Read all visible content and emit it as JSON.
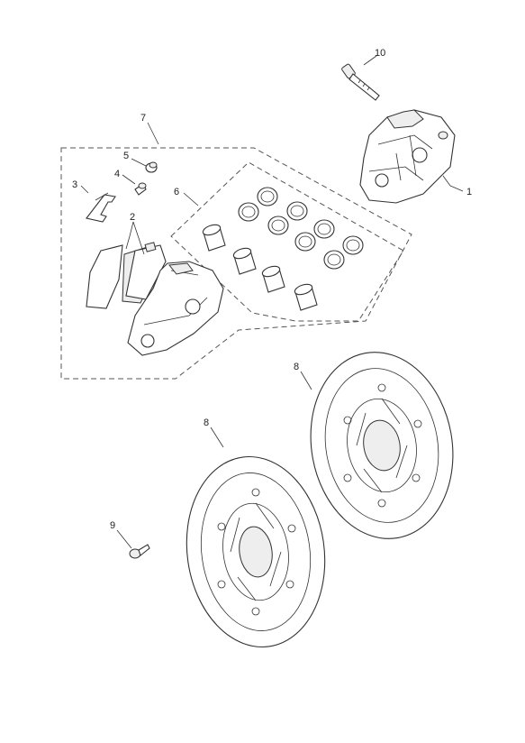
{
  "callouts": [
    {
      "id": "1",
      "label": "1"
    },
    {
      "id": "2",
      "label": "2"
    },
    {
      "id": "3",
      "label": "3"
    },
    {
      "id": "4",
      "label": "4"
    },
    {
      "id": "5",
      "label": "5"
    },
    {
      "id": "6",
      "label": "6"
    },
    {
      "id": "7",
      "label": "7"
    },
    {
      "id": "8a",
      "label": "8"
    },
    {
      "id": "8b",
      "label": "8"
    },
    {
      "id": "9",
      "label": "9"
    },
    {
      "id": "10",
      "label": "10"
    }
  ],
  "colors": {
    "line": "#333333",
    "background": "#ffffff",
    "dash": "#555555"
  }
}
